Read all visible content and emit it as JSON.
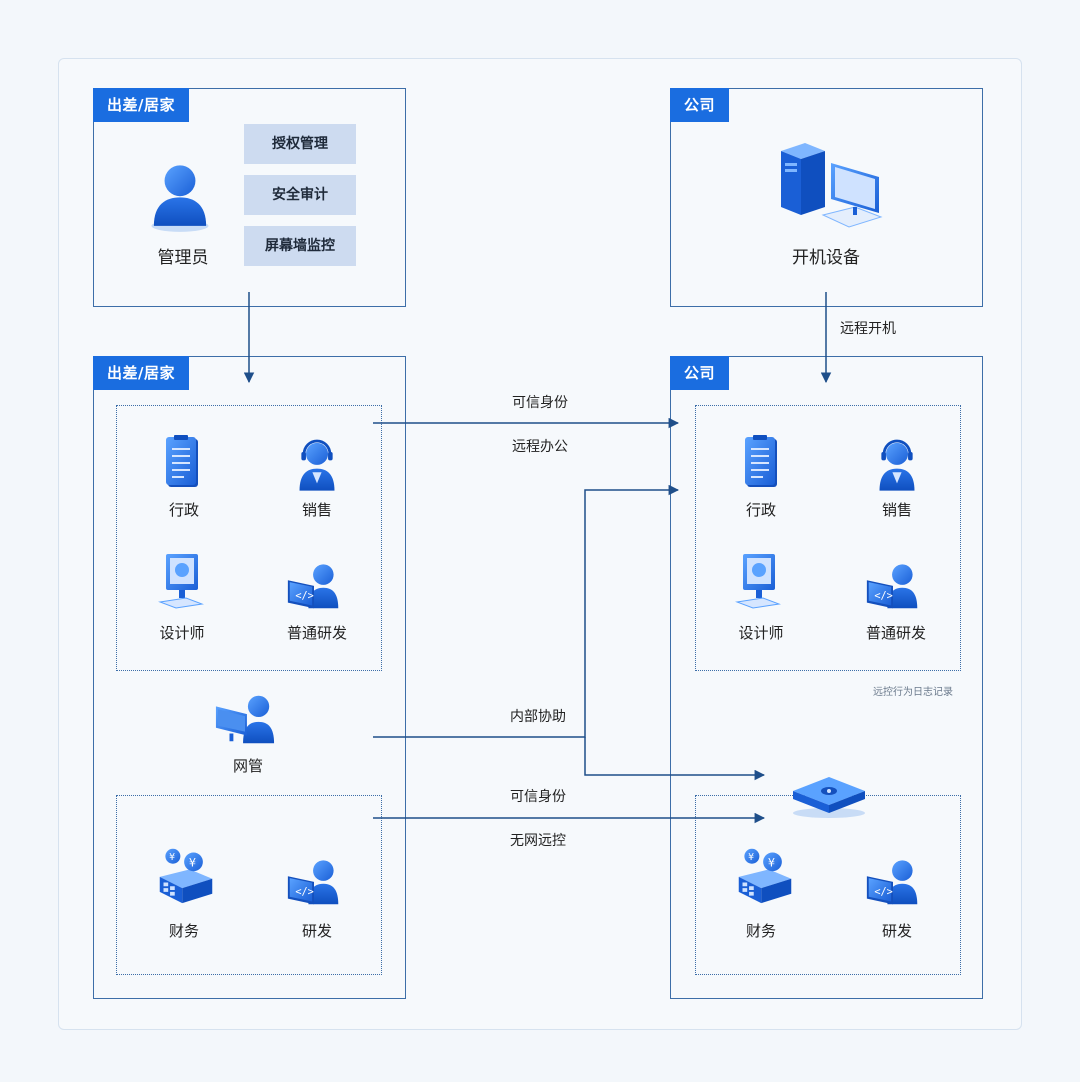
{
  "top_left": {
    "tag": "出差/居家",
    "user_label": "管理员",
    "features": [
      "授权管理",
      "安全审计",
      "屏幕墙监控"
    ]
  },
  "top_right": {
    "tag": "公司",
    "device_label": "开机设备"
  },
  "edge_labels": {
    "remote_boot": "远程开机",
    "trusted_identity_1": "可信身份",
    "remote_office": "远程办公",
    "internal_assist": "内部协助",
    "trusted_identity_2": "可信身份",
    "offline_control": "无网远控"
  },
  "bottom_left": {
    "tag": "出差/居家",
    "roles_upper": [
      "行政",
      "销售",
      "设计师",
      "普通研发"
    ],
    "netadmin": "网管",
    "roles_lower": [
      "财务",
      "研发"
    ]
  },
  "bottom_right": {
    "tag": "公司",
    "roles_upper": [
      "行政",
      "销售",
      "设计师",
      "普通研发"
    ],
    "log_note": "远控行为日志记录",
    "roles_lower": [
      "财务",
      "研发"
    ]
  },
  "colors": {
    "accent": "#1a6de0",
    "line": "#1f4f8a",
    "pill": "#cddbf0"
  }
}
